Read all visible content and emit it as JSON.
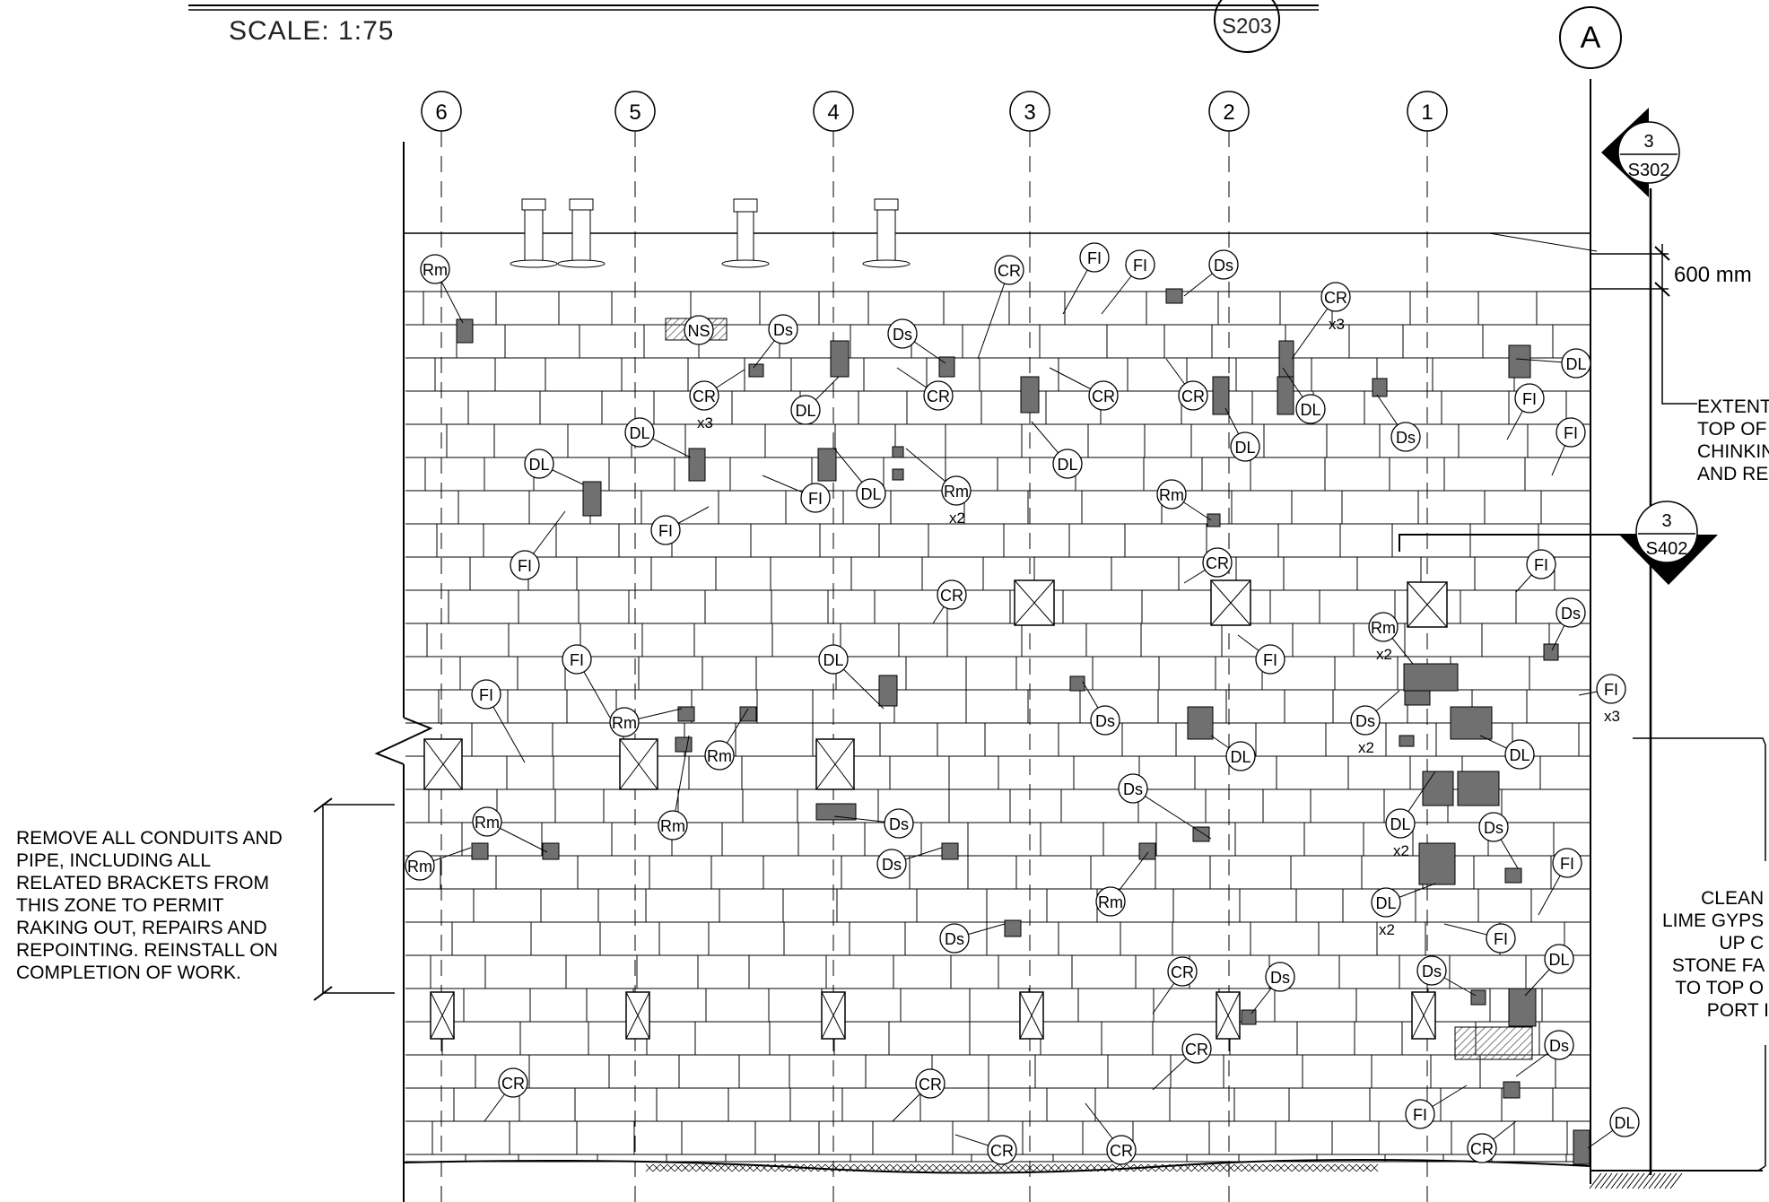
{
  "sheet": {
    "scale_text": "SCALE: 1:75",
    "drawing_ref": "S203",
    "section_marker_a": {
      "number": "3",
      "sheet": "S302"
    },
    "section_marker_b": {
      "number": "3",
      "sheet": "S402"
    }
  },
  "gridlines": {
    "row": "A",
    "columns": [
      "6",
      "5",
      "4",
      "3",
      "2",
      "1"
    ]
  },
  "dimension": {
    "value": "600 mm"
  },
  "notes": {
    "conduit_note": [
      "REMOVE ALL CONDUITS AND",
      "PIPE, INCLUDING ALL",
      "RELATED BRACKETS FROM",
      "THIS ZONE TO PERMIT",
      "RAKING OUT, REPAIRS AND",
      "REPOINTING. REINSTALL ON",
      "COMPLETION OF WORK."
    ],
    "extent_note": [
      "EXTENT",
      "TOP OF",
      "CHINKIN",
      "AND RE"
    ],
    "clean_note": [
      "CLEAN",
      "LIME GYPS",
      "UP C",
      "STONE FA",
      "TO TOP O",
      "PORT I"
    ]
  },
  "tags": {
    "rm": "Rm",
    "ns": "NS",
    "ds": "Ds",
    "dl": "DL",
    "cr": "CR",
    "fi": "FI",
    "x2": "x2",
    "x3": "x3"
  }
}
